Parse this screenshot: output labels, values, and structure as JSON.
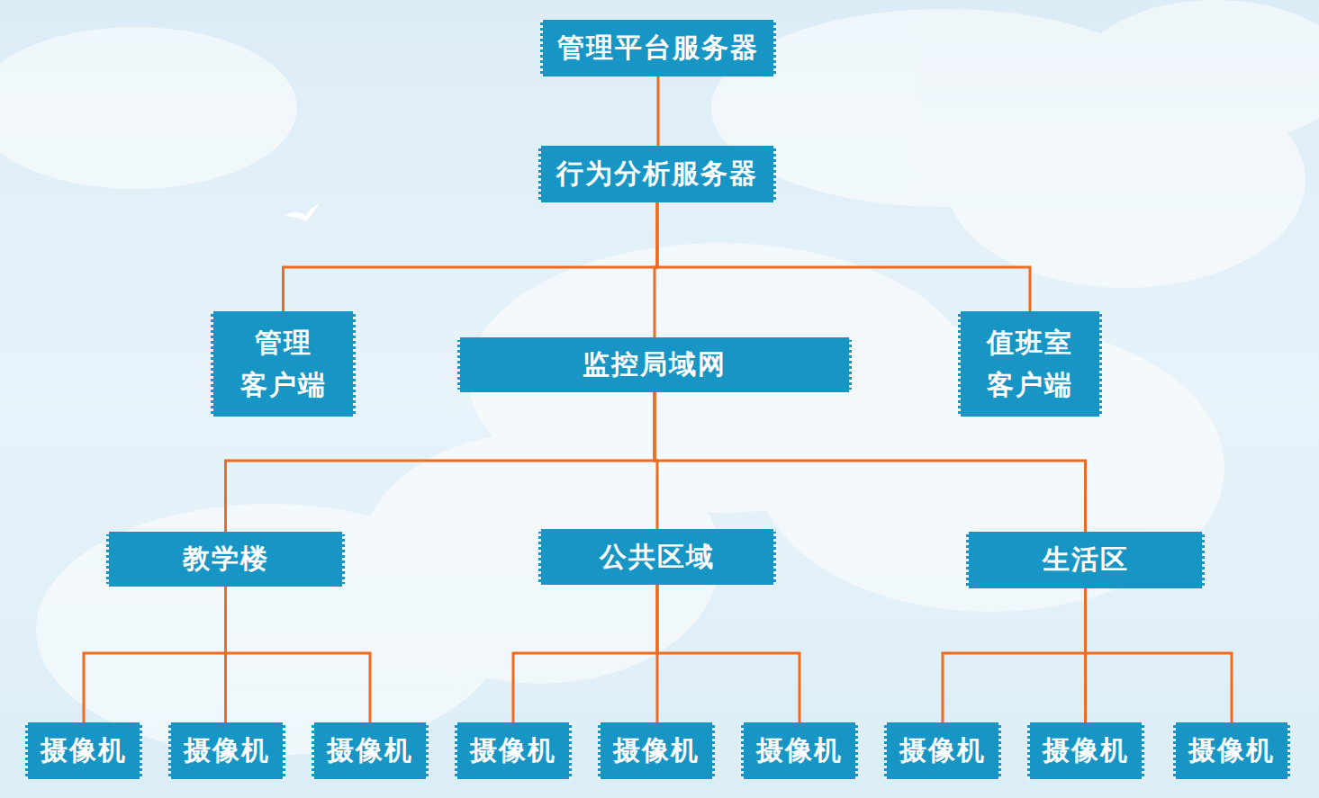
{
  "diagram": {
    "nodes": [
      {
        "text": [
          "管理平台服务器"
        ]
      },
      {
        "text": [
          "行为分析服务器"
        ]
      },
      {
        "text": [
          "管理 客户端"
        ]
      },
      {
        "text": [
          "监控局域网"
        ]
      },
      {
        "text": [
          "值班室 客户端"
        ]
      },
      {
        "text": [
          "教学楼"
        ]
      },
      {
        "text": [
          "公共区域"
        ]
      },
      {
        "text": [
          "生活区"
        ]
      },
      {
        "text": [
          "摄像机"
        ]
      },
      {
        "text": [
          "摄像机"
        ]
      },
      {
        "text": [
          "摄像机"
        ]
      },
      {
        "text": [
          "摄像机"
        ]
      },
      {
        "text": [
          "摄像机"
        ]
      },
      {
        "text": [
          "摄像机"
        ]
      },
      {
        "text": [
          "摄像机"
        ]
      },
      {
        "text": [
          "摄像机"
        ]
      },
      {
        "text": [
          "摄像机"
        ]
      }
    ],
    "edges": [
      {
        "from": 0,
        "to": 1,
        "arrow": "none"
      },
      {
        "from": 1,
        "to": 2,
        "arrow": "none"
      },
      {
        "from": 1,
        "to": 3,
        "arrow": "none"
      },
      {
        "from": 1,
        "to": 4,
        "arrow": "none"
      },
      {
        "from": 3,
        "to": 5,
        "arrow": "none"
      },
      {
        "from": 3,
        "to": 6,
        "arrow": "none"
      },
      {
        "from": 3,
        "to": 7,
        "arrow": "none"
      },
      {
        "from": 5,
        "to": 8,
        "arrow": "none"
      },
      {
        "from": 5,
        "to": 9,
        "arrow": "none"
      },
      {
        "from": 5,
        "to": 10,
        "arrow": "none"
      },
      {
        "from": 6,
        "to": 11,
        "arrow": "none"
      },
      {
        "from": 6,
        "to": 12,
        "arrow": "none"
      },
      {
        "from": 6,
        "to": 13,
        "arrow": "none"
      },
      {
        "from": 7,
        "to": 14,
        "arrow": "none"
      },
      {
        "from": 7,
        "to": 15,
        "arrow": "none"
      },
      {
        "from": 7,
        "to": 16,
        "arrow": "none"
      }
    ]
  }
}
